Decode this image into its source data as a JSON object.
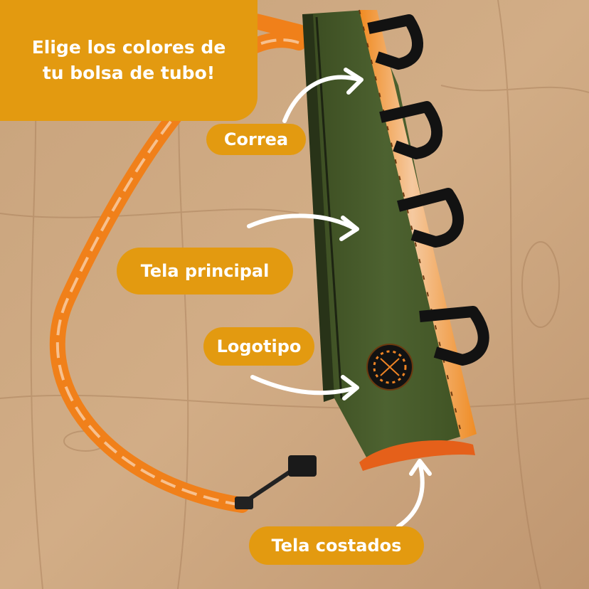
{
  "headline": {
    "line1": "Elige los colores de",
    "line2": "tu bolsa de tubo!"
  },
  "labels": {
    "correa": "Correa",
    "tela_principal": "Tela principal",
    "logotipo": "Logotipo",
    "tela_costados": "Tela costados"
  },
  "colors": {
    "label_background": "#e39a10",
    "label_text": "#ffffff",
    "wood": "#c9a27a",
    "bag_green": "#4a5e2a",
    "strap_orange": "#f58a1f",
    "side_fabric_orange": "#e8601c",
    "velcro_black": "#141414",
    "arrow": "#ffffff"
  },
  "icons": [
    "tube-bag-image",
    "strap-image",
    "logo-patch-icon",
    "arrow-icon"
  ]
}
